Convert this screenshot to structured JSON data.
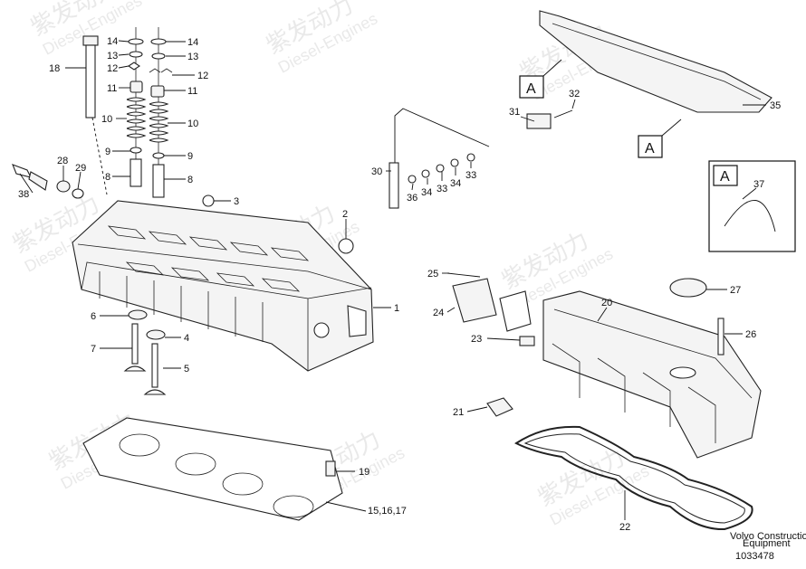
{
  "watermark": {
    "cn": "紫发动力",
    "en": "Diesel-Engines"
  },
  "view_marker": "A",
  "callouts_left": [
    {
      "id": "c18",
      "text": "18"
    },
    {
      "id": "c14a",
      "text": "14"
    },
    {
      "id": "c13a",
      "text": "13"
    },
    {
      "id": "c12a",
      "text": "12"
    },
    {
      "id": "c11a",
      "text": "11"
    },
    {
      "id": "c10a",
      "text": "10"
    },
    {
      "id": "c9a",
      "text": "9"
    },
    {
      "id": "c8a",
      "text": "8"
    },
    {
      "id": "c14b",
      "text": "14"
    },
    {
      "id": "c13b",
      "text": "13"
    },
    {
      "id": "c12b",
      "text": "12"
    },
    {
      "id": "c11b",
      "text": "11"
    },
    {
      "id": "c10b",
      "text": "10"
    },
    {
      "id": "c9b",
      "text": "9"
    },
    {
      "id": "c8b",
      "text": "8"
    },
    {
      "id": "c28",
      "text": "28"
    },
    {
      "id": "c29",
      "text": "29"
    },
    {
      "id": "c38",
      "text": "38"
    },
    {
      "id": "c3",
      "text": "3"
    },
    {
      "id": "c2",
      "text": "2"
    },
    {
      "id": "c1",
      "text": "1"
    },
    {
      "id": "c6",
      "text": "6"
    },
    {
      "id": "c4",
      "text": "4"
    },
    {
      "id": "c7",
      "text": "7"
    },
    {
      "id": "c5",
      "text": "5"
    },
    {
      "id": "c19",
      "text": "19"
    },
    {
      "id": "c15",
      "text": "15,16,17"
    }
  ],
  "callouts_right": [
    {
      "id": "c35",
      "text": "35"
    },
    {
      "id": "c32",
      "text": "32"
    },
    {
      "id": "c31",
      "text": "31"
    },
    {
      "id": "c30",
      "text": "30"
    },
    {
      "id": "c36",
      "text": "36"
    },
    {
      "id": "c34a",
      "text": "34"
    },
    {
      "id": "c33a",
      "text": "33"
    },
    {
      "id": "c34b",
      "text": "34"
    },
    {
      "id": "c33b",
      "text": "33"
    },
    {
      "id": "c37",
      "text": "37"
    },
    {
      "id": "c25",
      "text": "25"
    },
    {
      "id": "c24",
      "text": "24"
    },
    {
      "id": "c23",
      "text": "23"
    },
    {
      "id": "c20",
      "text": "20"
    },
    {
      "id": "c27",
      "text": "27"
    },
    {
      "id": "c26",
      "text": "26"
    },
    {
      "id": "c21",
      "text": "21"
    },
    {
      "id": "c22",
      "text": "22"
    }
  ],
  "footer": {
    "brand_line1": "Volvo Construction",
    "brand_line2": "Equipment",
    "drawing_number": "1033478"
  }
}
